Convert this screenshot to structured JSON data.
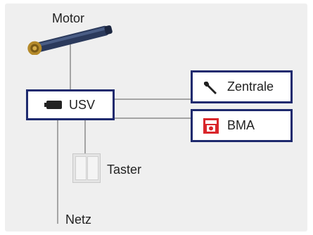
{
  "diagram": {
    "nodes": {
      "motor": {
        "label": "Motor",
        "icon": "motor-roller-icon"
      },
      "usv": {
        "label": "USV",
        "icon": "battery-icon"
      },
      "zentrale": {
        "label": "Zentrale",
        "icon": "wrench-icon"
      },
      "bma": {
        "label": "BMA",
        "icon": "fire-alarm-panel-icon"
      },
      "taster": {
        "label": "Taster",
        "icon": "switch-icon"
      },
      "netz": {
        "label": "Netz"
      }
    },
    "colors": {
      "box_border": "#1e2a6e",
      "line": "#5a5a5a",
      "bma_red": "#d9262b"
    }
  }
}
